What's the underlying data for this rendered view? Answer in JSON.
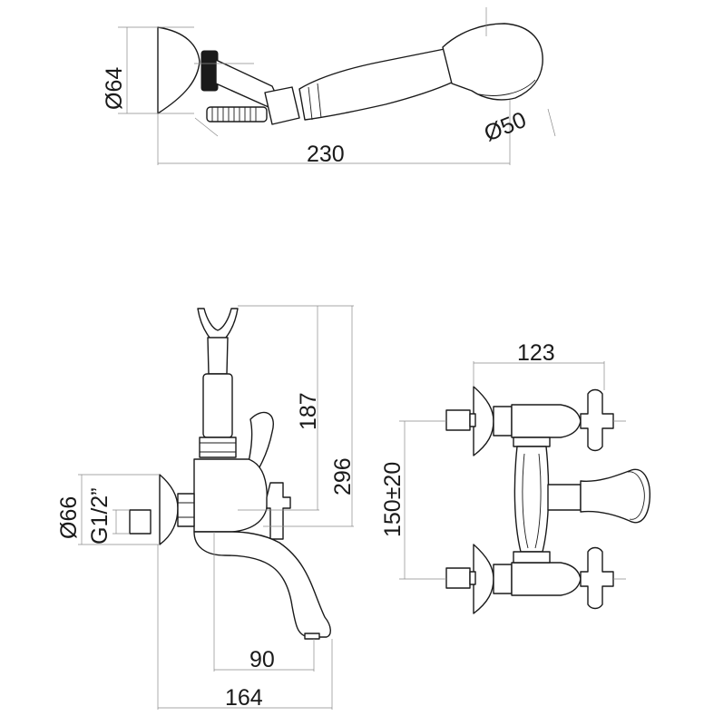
{
  "dimensions": {
    "handshower_head_diameter": "Ø64",
    "handshower_spray_diameter": "Ø50",
    "handshower_length": "230",
    "holder_height": "187",
    "overall_height": "296",
    "escutcheon_diameter": "Ø66",
    "connection_thread": "G1/2”",
    "spout_offset": "90",
    "spout_projection": "164",
    "handle_span": "123",
    "centre_distance": "150±20"
  }
}
